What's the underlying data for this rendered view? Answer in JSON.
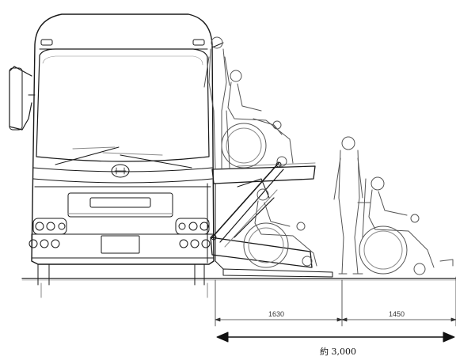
{
  "dimensions": {
    "lift_depth": "1630",
    "wheelchair_space": "1450",
    "total": "約 3,000"
  },
  "colors": {
    "line": "#1a1a1a",
    "faint": "#8a8a8a",
    "background": "#ffffff"
  }
}
